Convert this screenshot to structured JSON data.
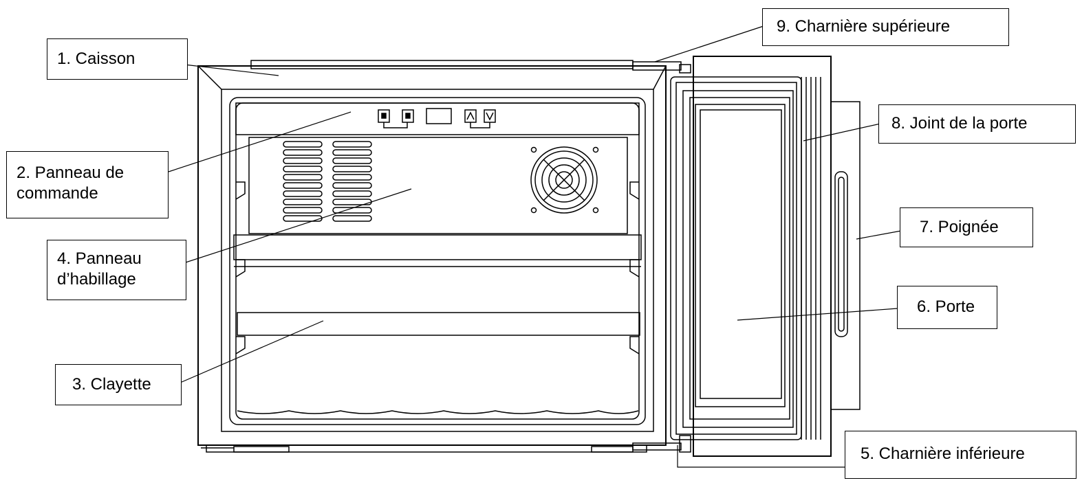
{
  "labels": {
    "caisson": "1.   Caisson",
    "panneau_commande": "2. Panneau de\ncommande",
    "clayette": "3. Clayette",
    "panneau_habillage": "4. Panneau\nd’habillage",
    "charniere_inferieure": "5. Charnière inférieure",
    "porte": "6. Porte",
    "poignee": "7. Poignée",
    "joint_porte": "8. Joint de la porte",
    "charniere_superieure": "9. Charnière supérieure"
  }
}
